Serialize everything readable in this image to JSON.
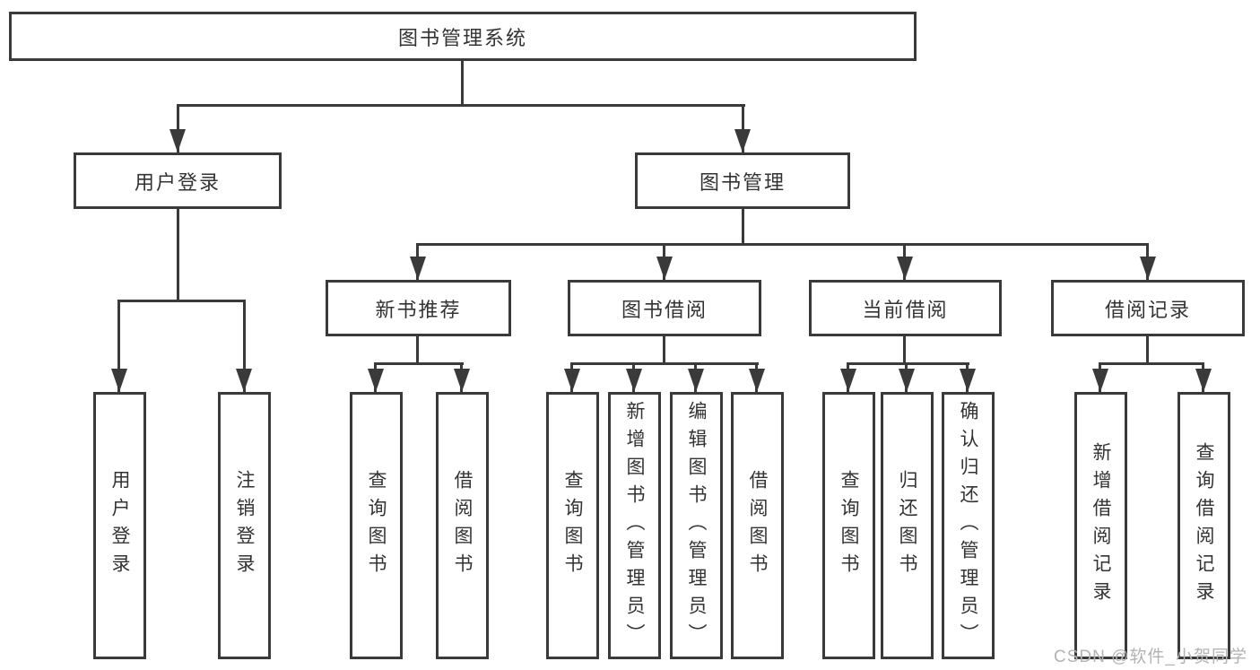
{
  "diagram_title": "图书管理系统",
  "watermark": "CSDN @软件_小贺同学",
  "colors": {
    "line": "#3a3a3a",
    "text": "#333333",
    "background": "#ffffff",
    "watermark": "#b3b3b3"
  },
  "tree": {
    "label": "图书管理系统",
    "children": [
      {
        "label": "用户登录",
        "children": [
          {
            "label": "用户登录"
          },
          {
            "label": "注销登录"
          }
        ]
      },
      {
        "label": "图书管理",
        "children": [
          {
            "label": "新书推荐",
            "children": [
              {
                "label": "查询图书"
              },
              {
                "label": "借阅图书"
              }
            ]
          },
          {
            "label": "图书借阅",
            "children": [
              {
                "label": "查询图书"
              },
              {
                "label": "新增图书（管理员）"
              },
              {
                "label": "编辑图书（管理员）"
              },
              {
                "label": "借阅图书"
              }
            ]
          },
          {
            "label": "当前借阅",
            "children": [
              {
                "label": "查询图书"
              },
              {
                "label": "归还图书"
              },
              {
                "label": "确认归还（管理员）"
              }
            ]
          },
          {
            "label": "借阅记录",
            "children": [
              {
                "label": "新增借阅记录"
              },
              {
                "label": "查询借阅记录"
              }
            ]
          }
        ]
      }
    ]
  }
}
